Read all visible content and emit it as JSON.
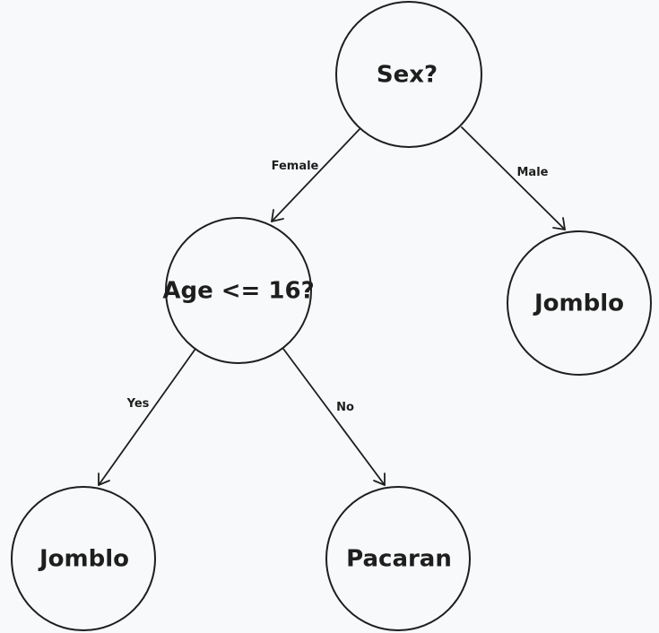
{
  "diagram": {
    "nodes": {
      "root": {
        "label": "Sex?"
      },
      "age_check": {
        "label": "Age <= 16?"
      },
      "male_leaf": {
        "label": "Jomblo"
      },
      "yes_leaf": {
        "label": "Jomblo"
      },
      "no_leaf": {
        "label": "Pacaran"
      }
    },
    "edges": {
      "female": {
        "label": "Female"
      },
      "male": {
        "label": "Male"
      },
      "yes": {
        "label": "Yes"
      },
      "no": {
        "label": "No"
      }
    }
  }
}
